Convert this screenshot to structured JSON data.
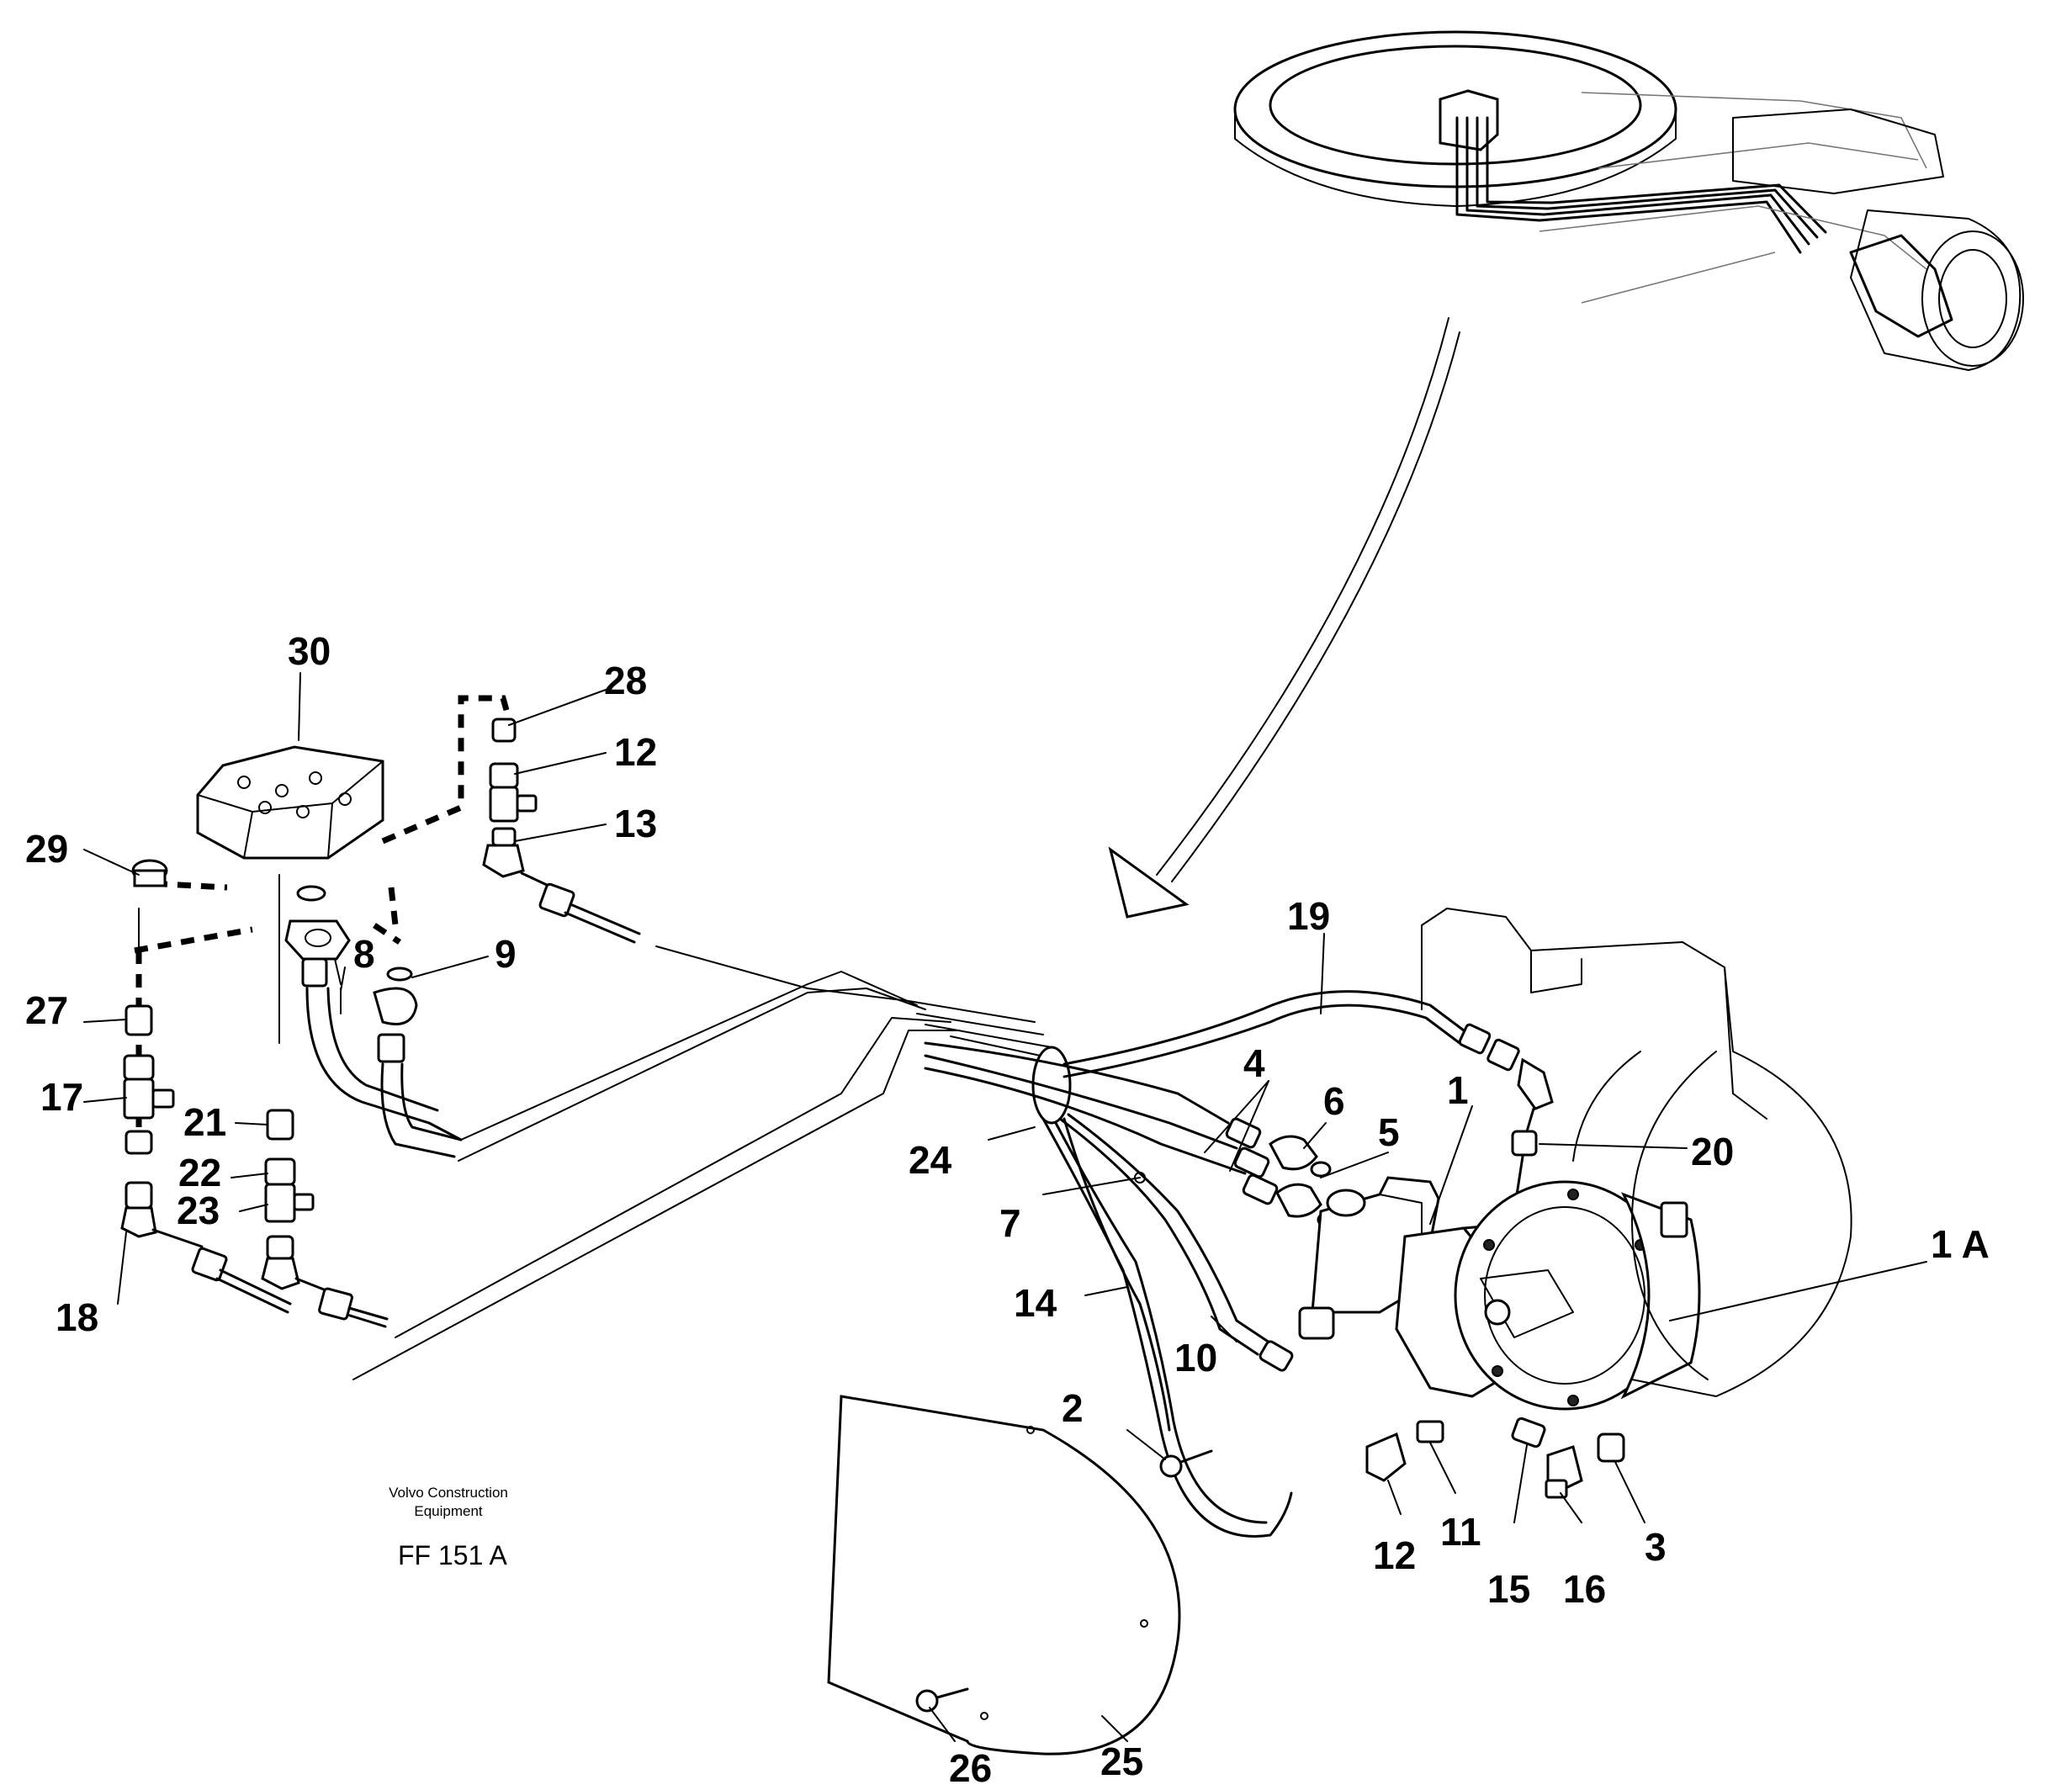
{
  "footer": {
    "company_line1": "Volvo Construction",
    "company_line2": "Equipment",
    "figure_code": "FF 151 A"
  },
  "callouts": {
    "c30": "30",
    "c28": "28",
    "c12a": "12",
    "c13": "13",
    "c29": "29",
    "c8": "8",
    "c9": "9",
    "c27": "27",
    "c21": "21",
    "c17": "17",
    "c22": "22",
    "c23": "23",
    "c18": "18",
    "c19": "19",
    "c4": "4",
    "c6": "6",
    "c1": "1",
    "c5": "5",
    "c24": "24",
    "c20": "20",
    "c7": "7",
    "c1a": "1 A",
    "c14": "14",
    "c10": "10",
    "c2": "2",
    "c12b": "12",
    "c11": "11",
    "c15": "15",
    "c16": "16",
    "c3": "3",
    "c26": "26",
    "c25": "25"
  }
}
